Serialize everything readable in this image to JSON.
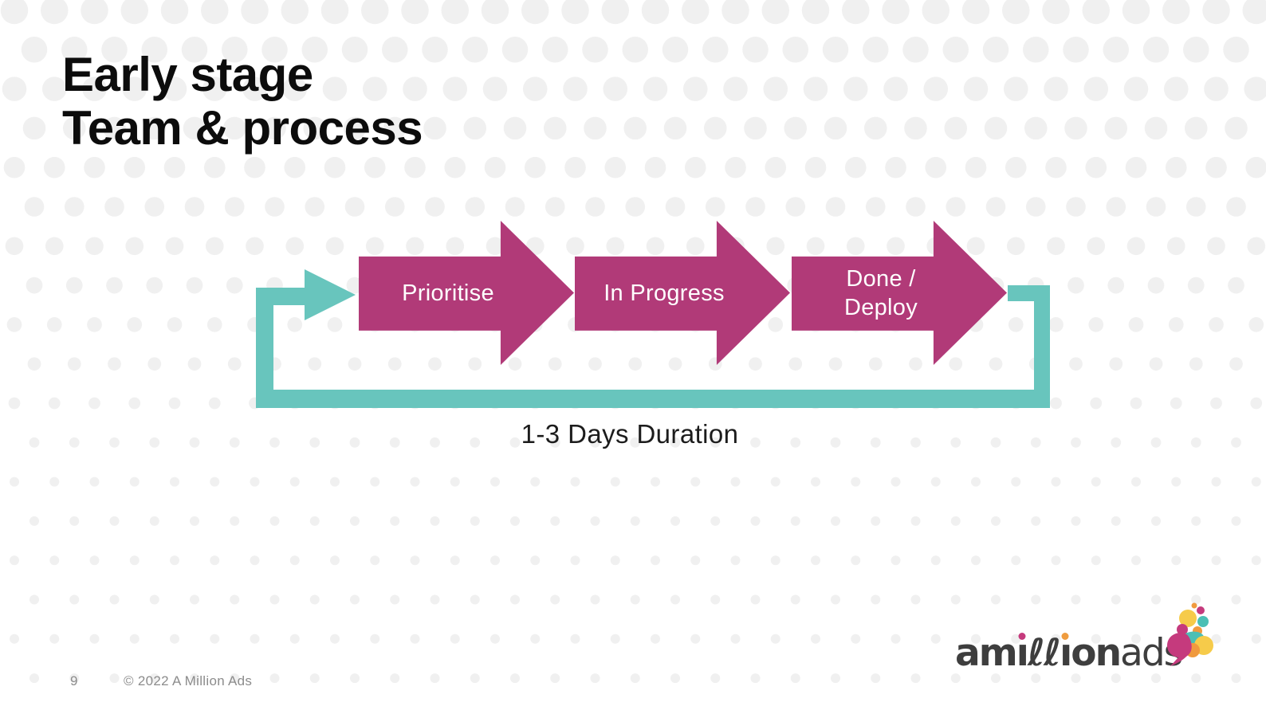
{
  "slide": {
    "title_line1": "Early stage",
    "title_line2": "Team & process",
    "duration_label": "1-3 Days Duration",
    "page_number": "9",
    "copyright": "© 2022 A Million Ads"
  },
  "process": {
    "loop": "cycle-back-to-start",
    "steps": [
      {
        "label": "Prioritise"
      },
      {
        "label": "In Progress"
      },
      {
        "label": "Done /\nDeploy"
      }
    ]
  },
  "logo": {
    "seg_am": "am",
    "seg_i1": "ı",
    "seg_ll": "ℓℓ",
    "seg_i2": "ı",
    "seg_on": "on",
    "seg_ads": "ads"
  },
  "colors": {
    "arrow_magenta": "#B13A78",
    "loop_teal": "#68C5BD",
    "title_black": "#0c0c0c",
    "footer_gray": "#8c8c8c",
    "dot_gray": "#f0f0f0",
    "logo_text": "#3E3E3E",
    "logo_dot_pink": "#C53A7D",
    "logo_dot_orange": "#EF9C3F",
    "logo_yellow": "#F6CB4A",
    "logo_teal": "#4BBFB4",
    "logo_orange": "#F09A3E"
  }
}
